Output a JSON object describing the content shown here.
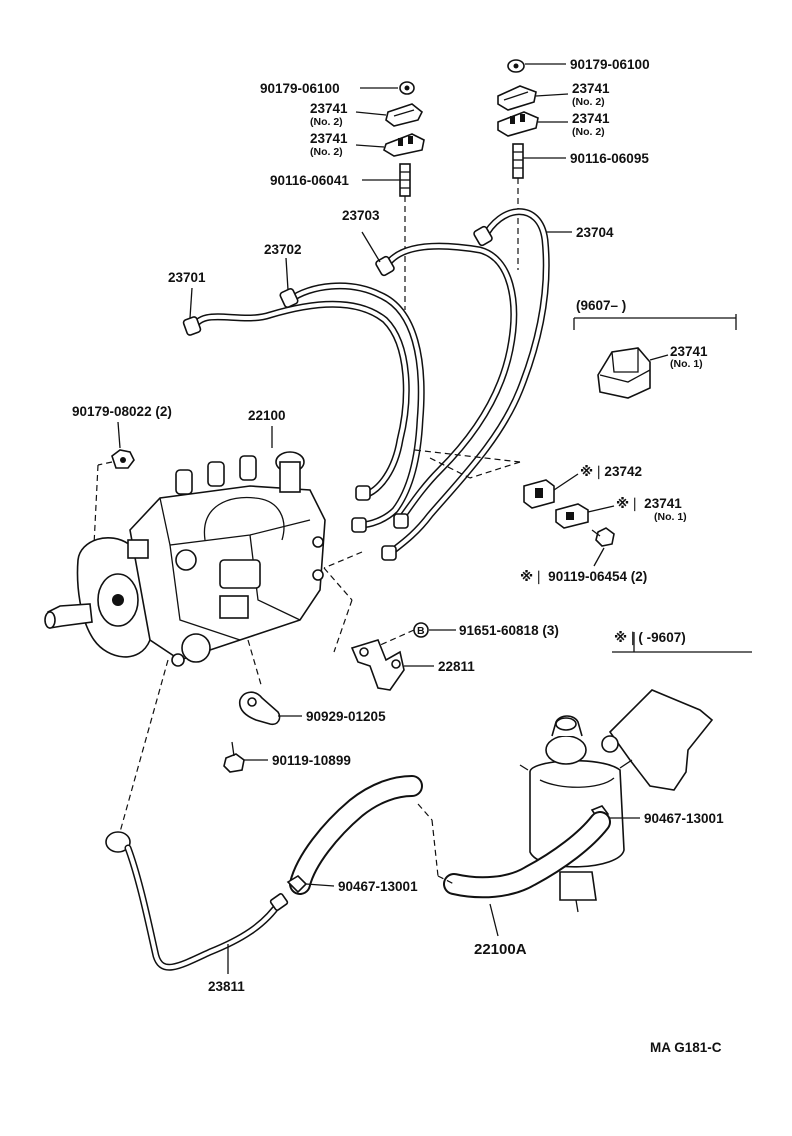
{
  "labels": {
    "l_90179_06100_a": "90179-06100",
    "l_23741_a": "23741",
    "l_23741_a_sub": "(No. 2)",
    "l_23741_b": "23741",
    "l_23741_b_sub": "(No. 2)",
    "l_90116_06041": "90116-06041",
    "l_90179_06100_b": "90179-06100",
    "l_23741_c": "23741",
    "l_23741_c_sub": "(No. 2)",
    "l_23741_d": "23741",
    "l_23741_d_sub": "(No. 2)",
    "l_90116_06095": "90116-06095",
    "l_23703": "23703",
    "l_23704": "23704",
    "l_23702": "23702",
    "l_23701": "23701",
    "l_9607_range": "(9607–        )",
    "l_23741_e": "23741",
    "l_23741_e_sub": "(No. 1)",
    "l_90179_08022": "90179-08022 (2)",
    "l_22100": "22100",
    "l_23742": "※❘23742",
    "l_23741_f": "※❘ 23741",
    "l_23741_f_sub": "(No. 1)",
    "l_90119_06454": "※❘ 90119-06454 (2)",
    "l_91651_60818": "91651-60818 (3)",
    "l_bolt_mark": "B",
    "l_range_note": "※❘(        -9607)",
    "l_22811": "22811",
    "l_90929_01205": "90929-01205",
    "l_90119_10899": "90119-10899",
    "l_90467_13001_a": "90467-13001",
    "l_90467_13001_b": "90467-13001",
    "l_22100A": "22100A",
    "l_23811": "23811",
    "l_code": "MA  G181-C"
  }
}
